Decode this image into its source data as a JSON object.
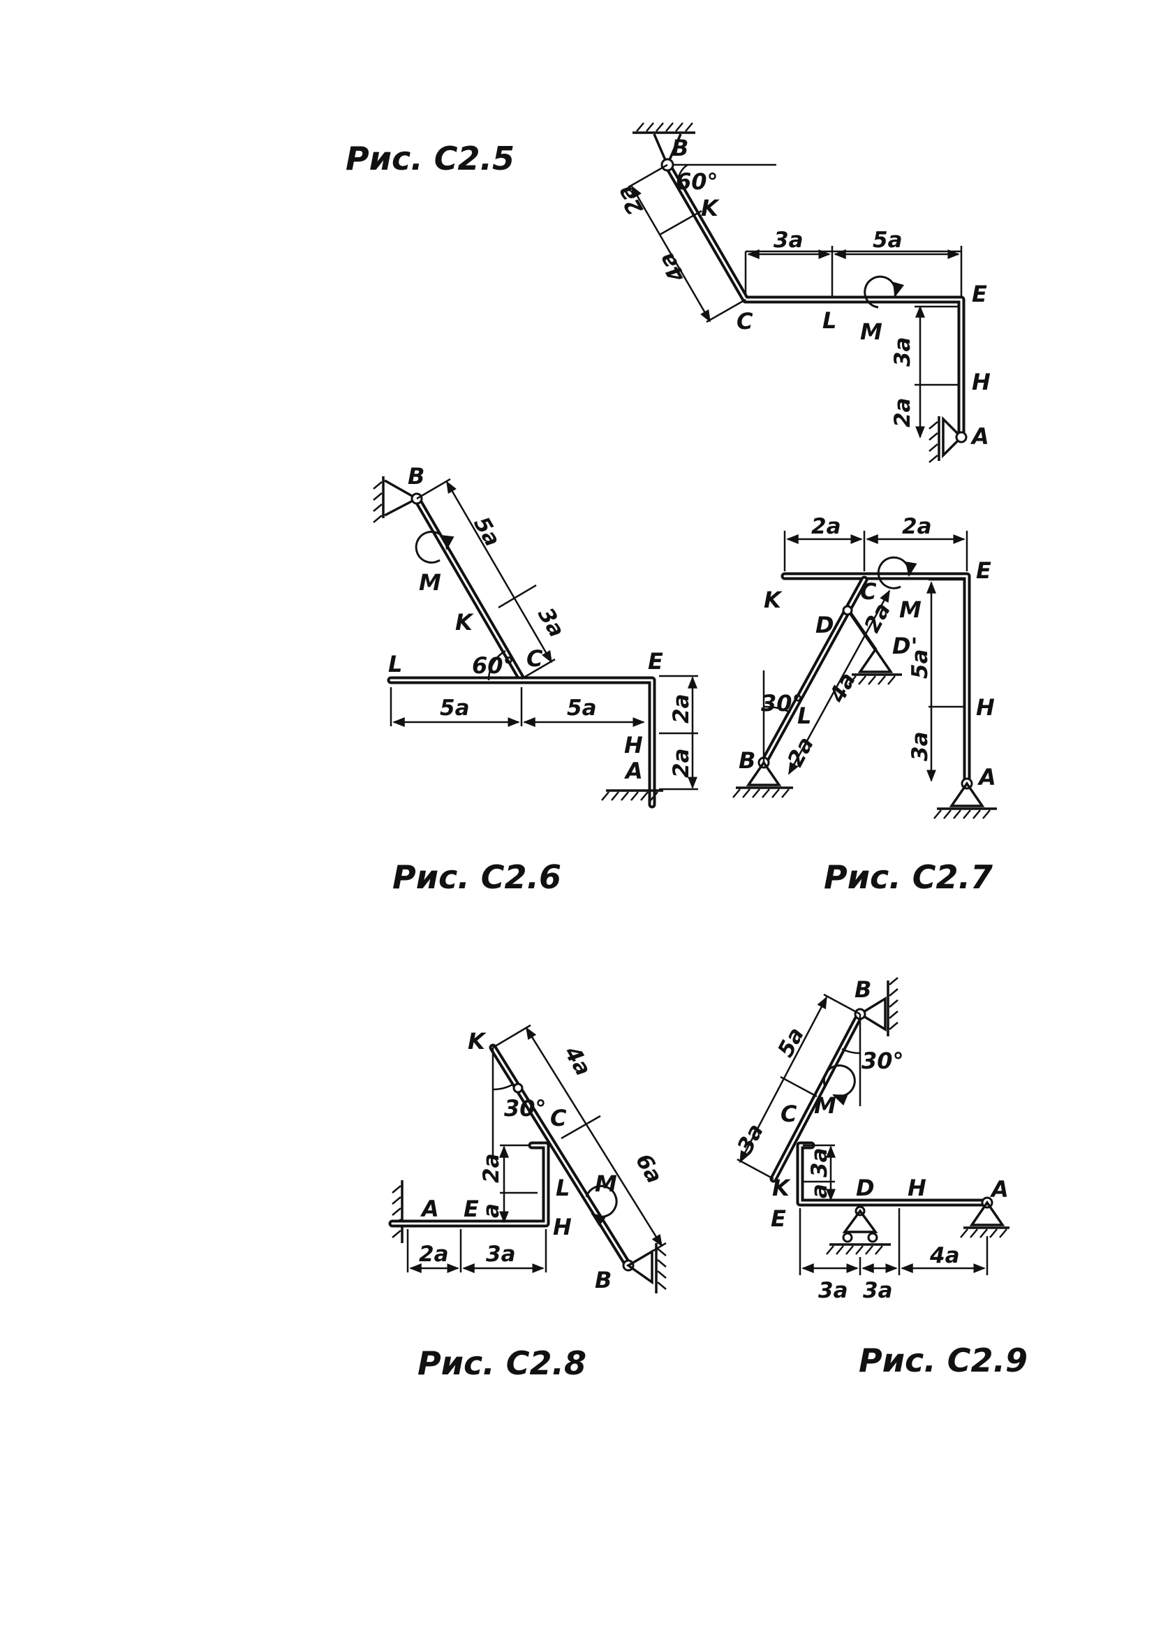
{
  "figures": [
    {
      "caption": "Рис. С2.5",
      "points": {
        "B": "B",
        "K": "K",
        "C": "C",
        "L": "L",
        "M": "M",
        "E": "E",
        "H": "H",
        "A": "A"
      },
      "angles": [
        "60°"
      ],
      "dims": [
        "2a",
        "4a",
        "3a",
        "5a",
        "3a",
        "2a"
      ]
    },
    {
      "caption": "Рис. С2.6",
      "points": {
        "B": "B",
        "M": "M",
        "K": "K",
        "C": "C",
        "L": "L",
        "E": "E",
        "H": "H",
        "A": "A"
      },
      "angles": [
        "60°"
      ],
      "dims": [
        "5a",
        "3a",
        "5a",
        "5a",
        "2a",
        "2a"
      ]
    },
    {
      "caption": "Рис. С2.7",
      "points": {
        "K": "K",
        "C": "C",
        "E": "E",
        "M": "M",
        "D": "D",
        "D1": "D'",
        "L": "L",
        "B": "B",
        "H": "H",
        "A": "A"
      },
      "angles": [
        "30°"
      ],
      "dims": [
        "2a",
        "2a",
        "2a",
        "4a",
        "5a",
        "3a",
        "2a"
      ]
    },
    {
      "caption": "Рис. С2.8",
      "points": {
        "K": "K",
        "C": "C",
        "M": "M",
        "L": "L",
        "H": "H",
        "A": "A",
        "E": "E",
        "B": "B"
      },
      "angles": [
        "30°"
      ],
      "dims": [
        "4a",
        "6a",
        "2a",
        "a",
        "2a",
        "3a"
      ]
    },
    {
      "caption": "Рис. С2.9",
      "points": {
        "B": "B",
        "C": "C",
        "M": "M",
        "K": "K",
        "E": "E",
        "D": "D",
        "H": "H",
        "A": "A"
      },
      "angles": [
        "30°"
      ],
      "dims": [
        "5a",
        "3a",
        "3a",
        "a",
        "4a",
        "3a",
        "3a"
      ]
    }
  ]
}
